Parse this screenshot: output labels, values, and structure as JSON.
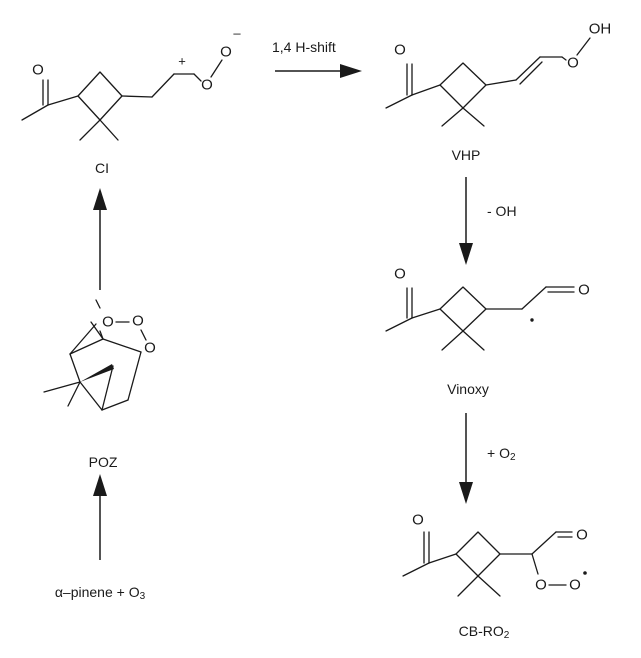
{
  "compounds": {
    "ci": {
      "label": "CI",
      "atoms": {
        "carbonyl_o": "O",
        "o1": "O",
        "o2": "O"
      },
      "charges": {
        "plus": "+",
        "minus": "–"
      }
    },
    "vhp": {
      "label": "VHP",
      "atoms": {
        "carbonyl_o": "O",
        "o1": "O",
        "oh": "OH"
      }
    },
    "vinoxy": {
      "label": "Vinoxy",
      "atoms": {
        "carbonyl_o": "O",
        "aldehyde_o": "O"
      }
    },
    "cb_ro2": {
      "label_main": "CB-RO",
      "label_sub": "2",
      "atoms": {
        "carbonyl_o": "O",
        "aldehyde_o": "O",
        "o1": "O",
        "o2": "O"
      }
    },
    "poz": {
      "label": "POZ",
      "atoms": {
        "o1": "O",
        "o2": "O",
        "o3": "O"
      }
    },
    "reactants": {
      "main": "α–pinene + O",
      "sub": "3"
    }
  },
  "steps": {
    "h_shift": "1,4 H-shift",
    "minus_oh": "- OH",
    "plus_o2_main": "+ O",
    "plus_o2_sub": "2"
  }
}
